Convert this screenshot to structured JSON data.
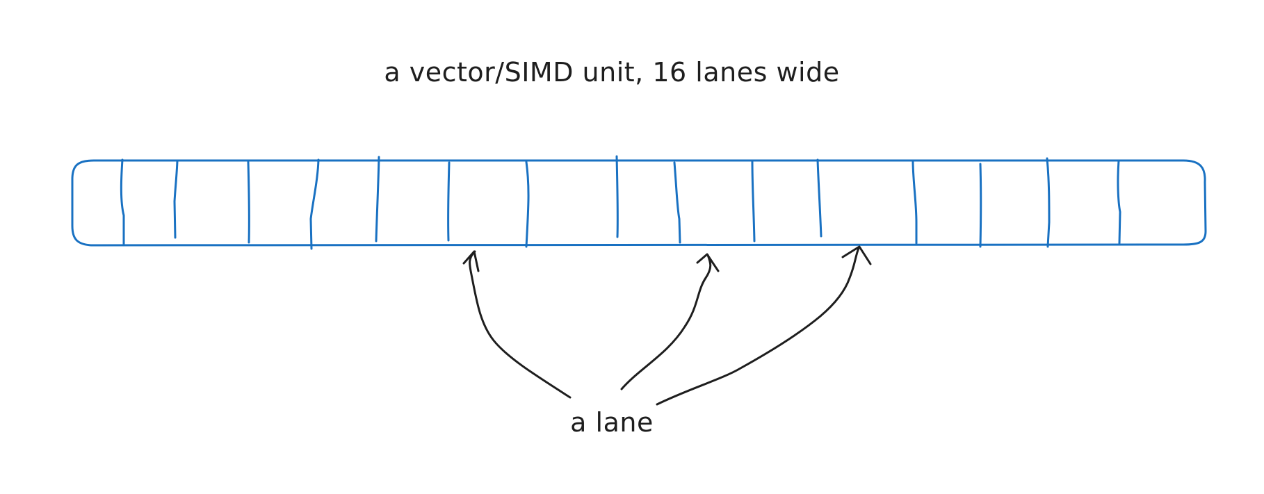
{
  "diagram": {
    "title": "a vector/SIMD unit, 16 lanes wide",
    "lane_label": "a lane",
    "lane_count": 16,
    "colors": {
      "unit_stroke": "#1971c2",
      "text": "#1e1e1e",
      "arrow": "#1e1e1e",
      "background": "#ffffff"
    }
  }
}
